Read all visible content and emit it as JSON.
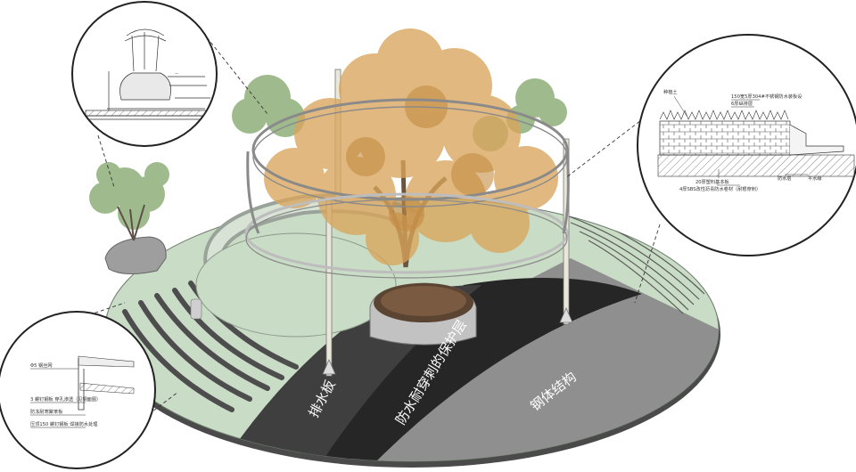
{
  "layers": {
    "drainage": "排水板",
    "root_barrier": "防水耐穿刺的保护层",
    "steel_structure": "钢体结构"
  },
  "detail_top_left": {
    "notes": [
      "",
      ""
    ]
  },
  "detail_right": {
    "label_a": "种植土",
    "label_b": "150宽5厚304#不锈钢防水装板设",
    "label_c": "6厚纵排层",
    "label_d": "20厚塑料基本板",
    "label_e": "4厚SBS改性沥青防水卷材（耐根穿刺）",
    "label_f": "防水层",
    "label_g": "平水線"
  },
  "detail_bottom_left": {
    "label_a": "Φ5 钢丝网",
    "label_b": "3 螺钉钢板  穿孔渗透（见钢面图）",
    "label_c": "防冻耐寒聚苯板",
    "label_d": "压顶150 螺钉钢板  焊接防水处理"
  },
  "colors": {
    "ring_green": "#c9dcc5",
    "dark_path": "#3d3d3d",
    "mid_path": "#2a2a2a",
    "steel": "#8f8f8f",
    "foliage": "#d9a55c"
  }
}
